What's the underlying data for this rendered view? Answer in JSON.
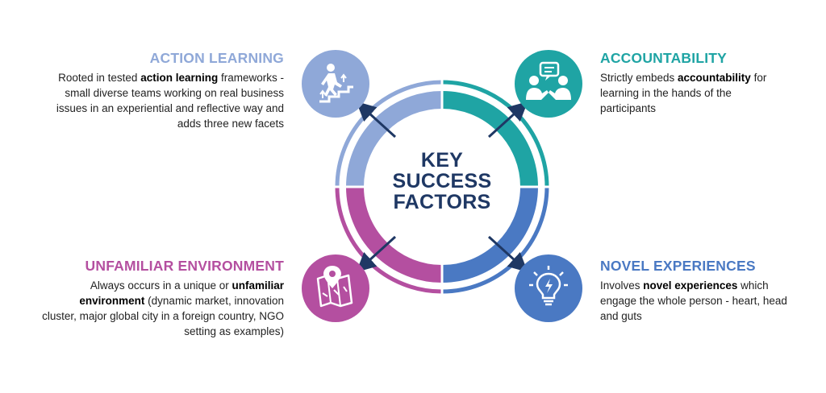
{
  "center": {
    "line1": "KEY",
    "line2": "SUCCESS",
    "line3": "FACTORS"
  },
  "colors": {
    "action_learning": "#8fa8d8",
    "accountability": "#1fa4a4",
    "unfamiliar_environment": "#b44fa0",
    "novel_experiences": "#4a79c3",
    "center_text": "#1f3864",
    "arrow": "#1f3864"
  },
  "factors": {
    "action_learning": {
      "title": "ACTION LEARNING",
      "text_pre": "Rooted in tested ",
      "text_bold": "action learning",
      "text_post": " frameworks - small diverse teams working on real business issues in an experiential and reflective way and adds three new facets",
      "icon": "stairs-climber-icon"
    },
    "accountability": {
      "title": "ACCOUNTABILITY",
      "text_pre": "Strictly embeds ",
      "text_bold": "accountability",
      "text_post": " for learning in the hands of the participants",
      "icon": "conversation-icon"
    },
    "unfamiliar_environment": {
      "title": "UNFAMILIAR ENVIRONMENT",
      "text_pre": "Always occurs in a unique or ",
      "text_bold": "unfamiliar environment",
      "text_post": " (dynamic market, innovation cluster, major global city in a foreign country, NGO setting as examples)",
      "icon": "map-pin-icon"
    },
    "novel_experiences": {
      "title": "NOVEL EXPERIENCES",
      "text_pre": "Involves ",
      "text_bold": "novel experiences",
      "text_post": " which engage the whole person - heart, head and guts",
      "icon": "lightbulb-icon"
    }
  }
}
